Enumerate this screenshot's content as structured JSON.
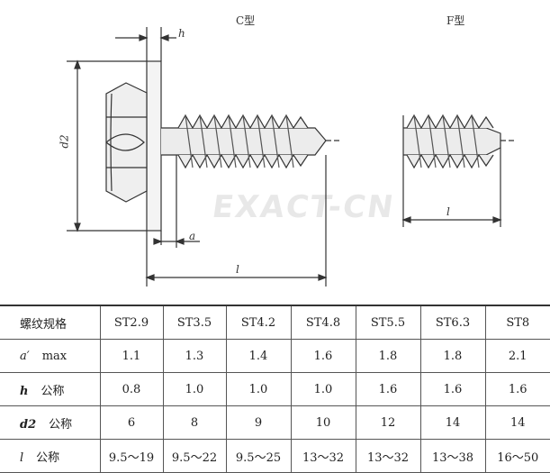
{
  "figure": {
    "label_c": "C型",
    "label_f": "F型",
    "dim_h": "h",
    "dim_d2": "d2",
    "dim_a": "a",
    "dim_l_c": "l",
    "dim_l_f": "l",
    "watermark": "EXACT-CN"
  },
  "table": {
    "header": [
      "螺纹规格",
      "ST2.9",
      "ST3.5",
      "ST4.2",
      "ST4.8",
      "ST5.5",
      "ST6.3",
      "ST8"
    ],
    "rows": [
      {
        "sym": "a′",
        "label": "max",
        "values": [
          "1.1",
          "1.3",
          "1.4",
          "1.6",
          "1.8",
          "1.8",
          "2.1"
        ]
      },
      {
        "sym": "h",
        "label": "公称",
        "values": [
          "0.8",
          "1.0",
          "1.0",
          "1.0",
          "1.6",
          "1.6",
          "1.6"
        ]
      },
      {
        "sym": "d2",
        "label": "公称",
        "values": [
          "6",
          "8",
          "9",
          "10",
          "12",
          "14",
          "14"
        ]
      },
      {
        "sym": "l",
        "label": "公称",
        "values": [
          "9.5～19",
          "9.5～22",
          "9.5～25",
          "13～32",
          "13～32",
          "13～38",
          "16～50"
        ]
      }
    ]
  }
}
